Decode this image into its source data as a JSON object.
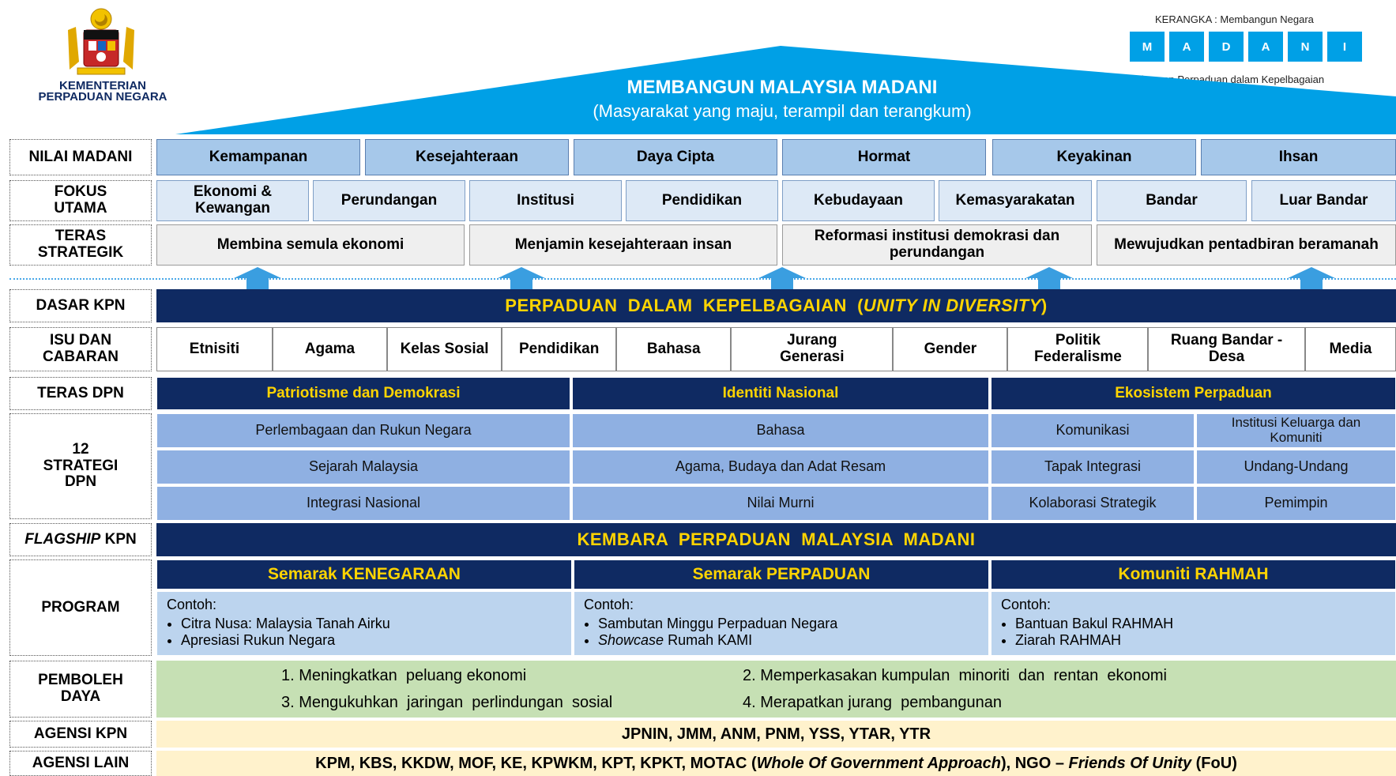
{
  "logo": {
    "line1": "KEMENTERIAN",
    "line2": "PERPADUAN NEGARA"
  },
  "kerangka": {
    "label": "KERANGKA : Membangun Negara",
    "letters": [
      "M",
      "A",
      "D",
      "A",
      "N",
      "I"
    ],
    "caption": "melalui konsep Perpaduan dalam Kepelbagaian"
  },
  "roof": {
    "title": "MEMBANGUN MALAYSIA MADANI",
    "subtitle": "(Masyarakat yang maju, terampil dan terangkum)"
  },
  "rows": {
    "nilai": "NILAI MADANI",
    "fokus1": "FOKUS",
    "fokus2": "UTAMA",
    "teras1": "TERAS",
    "teras2": "STRATEGIK",
    "dasar": "DASAR KPN",
    "isu1": "ISU DAN",
    "isu2": "CABARAN",
    "terasdpn": "TERAS DPN",
    "strategi1": "12",
    "strategi2": "STRATEGI",
    "strategi3": "DPN",
    "flagship_em": "FLAGSHIP",
    "flagship_rest": " KPN",
    "program": "PROGRAM",
    "pemboleh1": "PEMBOLEH",
    "pemboleh2": "DAYA",
    "agensikpn": "AGENSI KPN",
    "agensilain": "AGENSI LAIN"
  },
  "nilai_madani": [
    "Kemampanan",
    "Kesejahteraan",
    "Daya Cipta",
    "Hormat",
    "Keyakinan",
    "Ihsan"
  ],
  "fokus_utama": [
    "Ekonomi & Kewangan",
    "Perundangan",
    "Institusi",
    "Pendidikan",
    "Kebudayaan",
    "Kemasyarakatan",
    "Bandar",
    "Luar Bandar"
  ],
  "teras_strategik": [
    "Membina semula ekonomi",
    "Menjamin kesejahteraan insan",
    "Reformasi institusi demokrasi dan perundangan",
    "Mewujudkan pentadbiran beramanah"
  ],
  "dasar_kpn": {
    "text": "PERPADUAN  DALAM  KEPELBAGAIAN  (",
    "em": "UNITY IN DIVERSITY",
    "close": ")"
  },
  "isu_cabaran": [
    "Etnisiti",
    "Agama",
    "Kelas Sosial",
    "Pendidikan",
    "Bahasa",
    "Jurang Generasi",
    "Gender",
    "Politik Federalisme",
    "Ruang Bandar - Desa",
    "Media"
  ],
  "teras_dpn": [
    "Patriotisme dan Demokrasi",
    "Identiti Nasional",
    "Ekosistem Perpaduan"
  ],
  "strategi_dpn": {
    "col1": [
      "Perlembagaan dan Rukun Negara",
      "Sejarah Malaysia",
      "Integrasi Nasional"
    ],
    "col2": [
      "Bahasa",
      "Agama, Budaya dan Adat Resam",
      "Nilai Murni"
    ],
    "col3": [
      "Komunikasi",
      "Tapak Integrasi",
      "Kolaborasi Strategik"
    ],
    "col4": [
      "Institusi Keluarga dan Komuniti",
      "Undang-Undang",
      "Pemimpin"
    ]
  },
  "flagship": "KEMBARA  PERPADUAN  MALAYSIA  MADANI",
  "program": [
    {
      "title": "Semarak KENEGARAAN",
      "contoh": "Contoh:",
      "items": [
        "Citra Nusa: Malaysia Tanah Airku",
        "Apresiasi Rukun Negara"
      ]
    },
    {
      "title": "Semarak PERPADUAN",
      "contoh": "Contoh:",
      "item1": "Sambutan Minggu Perpaduan Negara",
      "item2_em": "Showcase",
      "item2_rest": " Rumah KAMI"
    },
    {
      "title": "Komuniti RAHMAH",
      "contoh": "Contoh:",
      "items": [
        "Bantuan Bakul RAHMAH",
        "Ziarah RAHMAH"
      ]
    }
  ],
  "pemboleh_daya": [
    "1. Meningkatkan  peluang ekonomi",
    "2. Memperkasakan kumpulan  minoriti  dan  rentan  ekonomi",
    "3. Mengukuhkan  jaringan  perlindungan  sosial",
    "4. Merapatkan jurang  pembangunan"
  ],
  "agensi_kpn": "JPNIN, JMM, ANM, PNM, YSS, YTAR, YTR",
  "agensi_lain": {
    "a": "KPM, KBS, KKDW, MOF, KE, KPWKM, KPT, KPKT, MOTAC (",
    "b": "Whole Of Government Approach",
    "c": "), NGO – ",
    "d": "Friends Of Unity",
    "e": " (FoU)"
  },
  "colors": {
    "navy": "#0f2a62",
    "gold": "#ffd400",
    "sky": "#00a0e6",
    "value": "#a6c8ea",
    "strategy": "#8fb0e2",
    "program": "#bcd4ee",
    "enabler": "#c6e0b4",
    "agency": "#fff2cc"
  }
}
